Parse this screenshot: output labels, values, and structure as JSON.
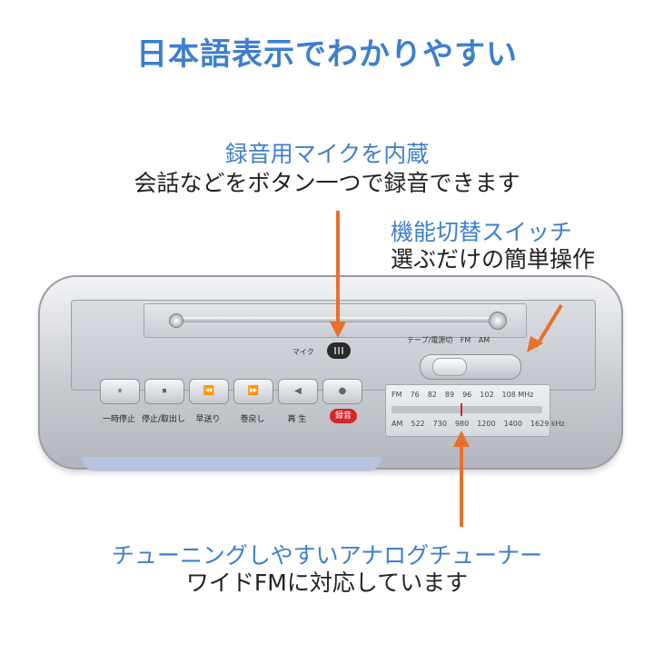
{
  "title": "日本語表示でわかりやすい",
  "callouts": {
    "mic": {
      "heading": "録音用マイクを内蔵",
      "sub": "会話などをボタン一つで録音できます"
    },
    "switch": {
      "heading": "機能切替スイッチ",
      "sub": "選ぶだけの簡単操作"
    },
    "tuner": {
      "heading": "チューニングしやすいアナログチューナー",
      "sub": "ワイドFMに対応しています"
    }
  },
  "device": {
    "mic_label": "マイク",
    "switch_labels": {
      "tape": "テープ/電源切",
      "fm": "FM",
      "am": "AM"
    },
    "buttons": [
      {
        "label": "一時停止",
        "glyph": "⏸"
      },
      {
        "label": "停止/取出し",
        "glyph": "⏹"
      },
      {
        "label": "早送り",
        "glyph": "⏪"
      },
      {
        "label": "巻戻し",
        "glyph": "⏩"
      },
      {
        "label": "再 生",
        "glyph": "◀"
      },
      {
        "label": "録音",
        "glyph": "●"
      }
    ],
    "dial": {
      "fm": [
        "FM",
        "76",
        "82",
        "89",
        "96",
        "102",
        "108 MHz"
      ],
      "am": [
        "AM",
        "522",
        "730",
        "980",
        "1200",
        "1400",
        "1629 kHz"
      ]
    }
  },
  "colors": {
    "accent_blue": "#3c7fd0",
    "arrow_orange": "#e8702a",
    "rec_red": "#d6242a"
  }
}
